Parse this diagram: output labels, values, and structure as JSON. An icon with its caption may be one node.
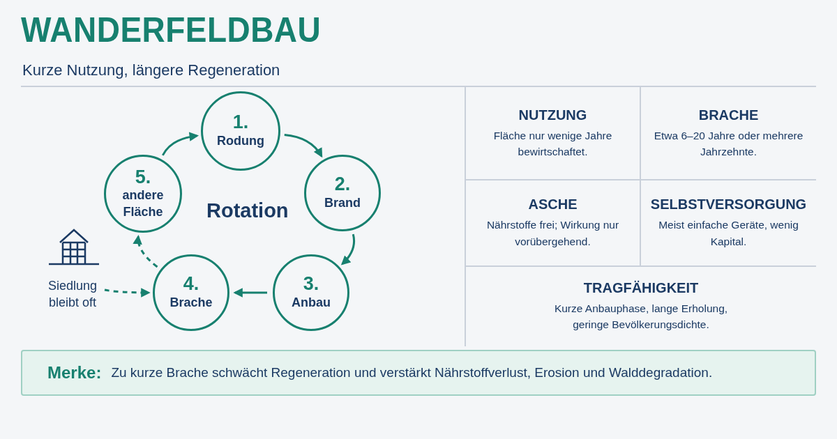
{
  "diagram": {
    "title": "WANDERFELDBAU",
    "nodes": [
      {
        "text": [
          "1.",
          "Rodung"
        ]
      },
      {
        "text": [
          "2.",
          "Brand"
        ]
      },
      {
        "text": [
          "3.",
          "Anbau"
        ]
      },
      {
        "text": [
          "4.",
          "Brache"
        ]
      },
      {
        "text": [
          "5.",
          "andere Fläche"
        ]
      },
      {
        "text": [
          "Siedlung bleibt oft"
        ]
      },
      {
        "text": [
          "NUTZUNG",
          "Fläche nur wenige Jahre bewirtschaftet."
        ]
      },
      {
        "text": [
          "BRACHE",
          "Etwa 6–20 Jahre oder mehrere Jahrzehnte."
        ]
      },
      {
        "text": [
          "ASCHE",
          "Nährstoffe frei; Wirkung nur vorübergehend."
        ]
      },
      {
        "text": [
          "SELBSTVERSORGUNG",
          "Meist einfache Geräte, wenig Kapital."
        ]
      },
      {
        "text": [
          "TRAGFÄHIGKEIT",
          "Kurze Anbauphase, lange Erholung, geringe Bevölkerungsdichte."
        ]
      },
      {
        "text": [
          "Merke:",
          "Zu kurze Brache schwächt Regeneration und verstärkt Nährstoffverlust, Erosion und Walddegradation."
        ]
      }
    ],
    "edges": [
      {
        "from": 0,
        "to": 1,
        "arrow": "to"
      },
      {
        "from": 1,
        "to": 2,
        "arrow": "to"
      },
      {
        "from": 2,
        "to": 3,
        "arrow": "to"
      },
      {
        "from": 3,
        "to": 4,
        "arrow": "to",
        "style": "dashed"
      },
      {
        "from": 4,
        "to": 0,
        "arrow": "to"
      },
      {
        "from": 5,
        "to": 3,
        "arrow": "to",
        "style": "dashed"
      }
    ],
    "labels": [
      "Kurze Nutzung, längere Regeneration",
      "Rotation"
    ]
  }
}
